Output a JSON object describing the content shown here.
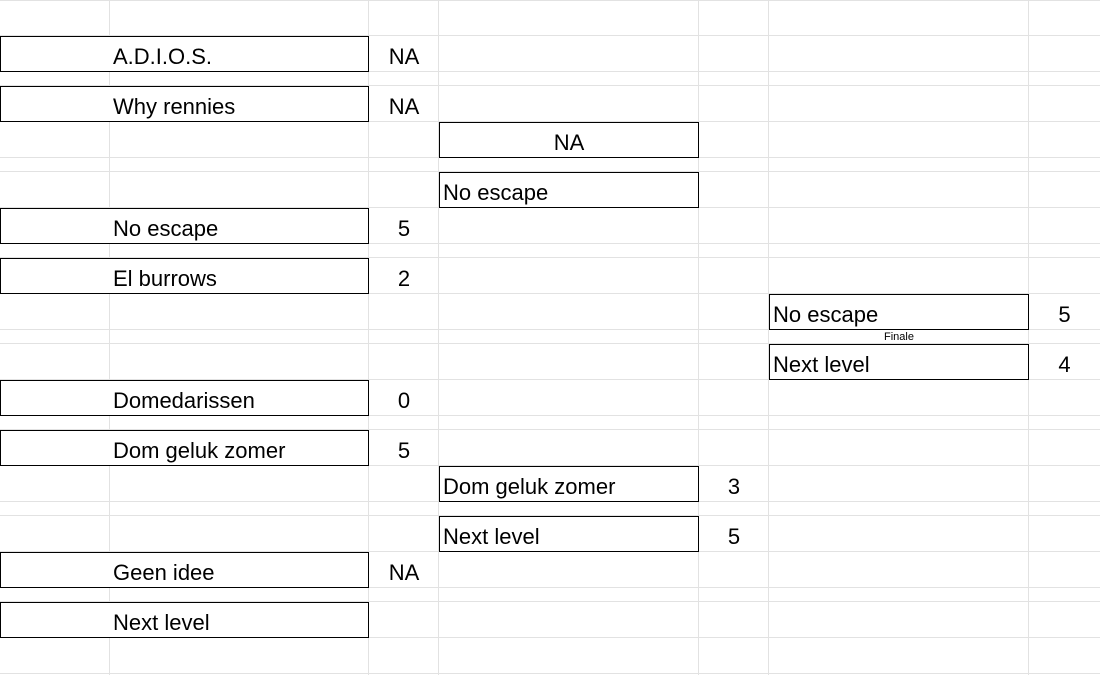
{
  "bracket": {
    "round1": [
      {
        "team": "A.D.I.O.S.",
        "score": "NA"
      },
      {
        "team": "Why rennies",
        "score": "NA"
      },
      {
        "team": "No escape",
        "score": "5"
      },
      {
        "team": "El burrows",
        "score": "2"
      },
      {
        "team": "Domedarissen",
        "score": "0"
      },
      {
        "team": "Dom geluk zomer",
        "score": "5"
      },
      {
        "team": "Geen idee",
        "score": "NA"
      },
      {
        "team": "Next level",
        "score": ""
      }
    ],
    "round2": [
      {
        "team": "NA",
        "score": ""
      },
      {
        "team": "No escape",
        "score": ""
      },
      {
        "team": "Dom geluk zomer",
        "score": "3"
      },
      {
        "team": "Next level",
        "score": "5"
      }
    ],
    "final": {
      "caption": "Finale",
      "teams": [
        {
          "team": "No escape",
          "score": "5"
        },
        {
          "team": "Next level",
          "score": "4"
        }
      ]
    }
  }
}
